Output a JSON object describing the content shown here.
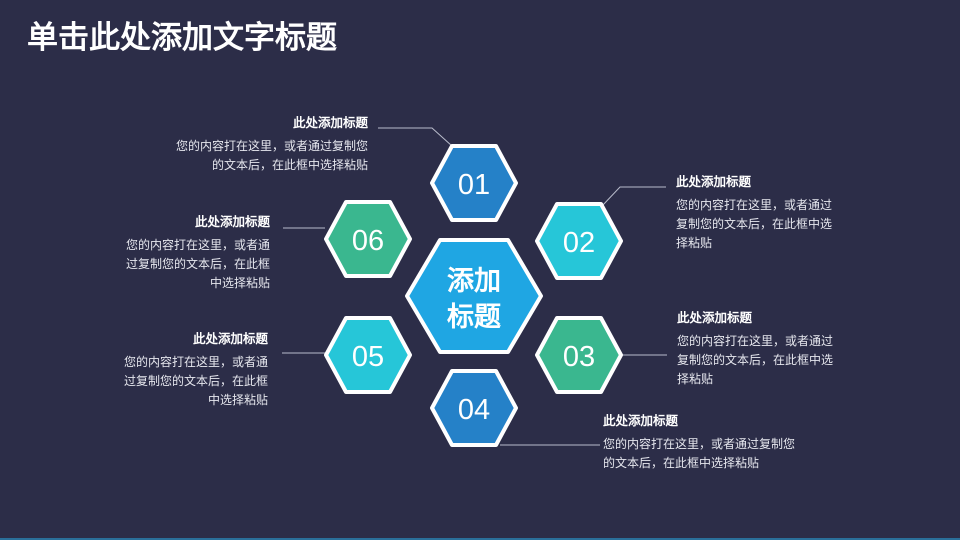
{
  "slide": {
    "title": "单击此处添加文字标题",
    "background_color": "#2c2d48"
  },
  "center_hex": {
    "line1": "添加",
    "line2": "标题",
    "color": "#1fa6e3"
  },
  "hexagons": [
    {
      "id": "01",
      "label": "01",
      "color": "#2581c8"
    },
    {
      "id": "02",
      "label": "02",
      "color": "#26c6d8"
    },
    {
      "id": "03",
      "label": "03",
      "color": "#3ab78f"
    },
    {
      "id": "04",
      "label": "04",
      "color": "#2581c8"
    },
    {
      "id": "05",
      "label": "05",
      "color": "#26c6d8"
    },
    {
      "id": "06",
      "label": "06",
      "color": "#3ab78f"
    }
  ],
  "callouts": [
    {
      "id": "01",
      "title": "此处添加标题",
      "lines": [
        "您的内容打在这里，或者通过复制您",
        "的文本后，在此框中选择粘贴"
      ]
    },
    {
      "id": "02",
      "title": "此处添加标题",
      "lines": [
        "您的内容打在这里，或者通过",
        "复制您的文本后，在此框中选",
        "择粘贴"
      ]
    },
    {
      "id": "03",
      "title": "此处添加标题",
      "lines": [
        "您的内容打在这里，或者通过",
        "复制您的文本后，在此框中选",
        "择粘贴"
      ]
    },
    {
      "id": "04",
      "title": "此处添加标题",
      "lines": [
        "您的内容打在这里，或者通过复制您",
        "的文本后，在此框中选择粘贴"
      ]
    },
    {
      "id": "05",
      "title": "此处添加标题",
      "lines": [
        "您的内容打在这里，或者通",
        "过复制您的文本后，在此框",
        "中选择粘贴"
      ]
    },
    {
      "id": "06",
      "title": "此处添加标题",
      "lines": [
        "您的内容打在这里，或者通",
        "过复制您的文本后，在此框",
        "中选择粘贴"
      ]
    }
  ]
}
